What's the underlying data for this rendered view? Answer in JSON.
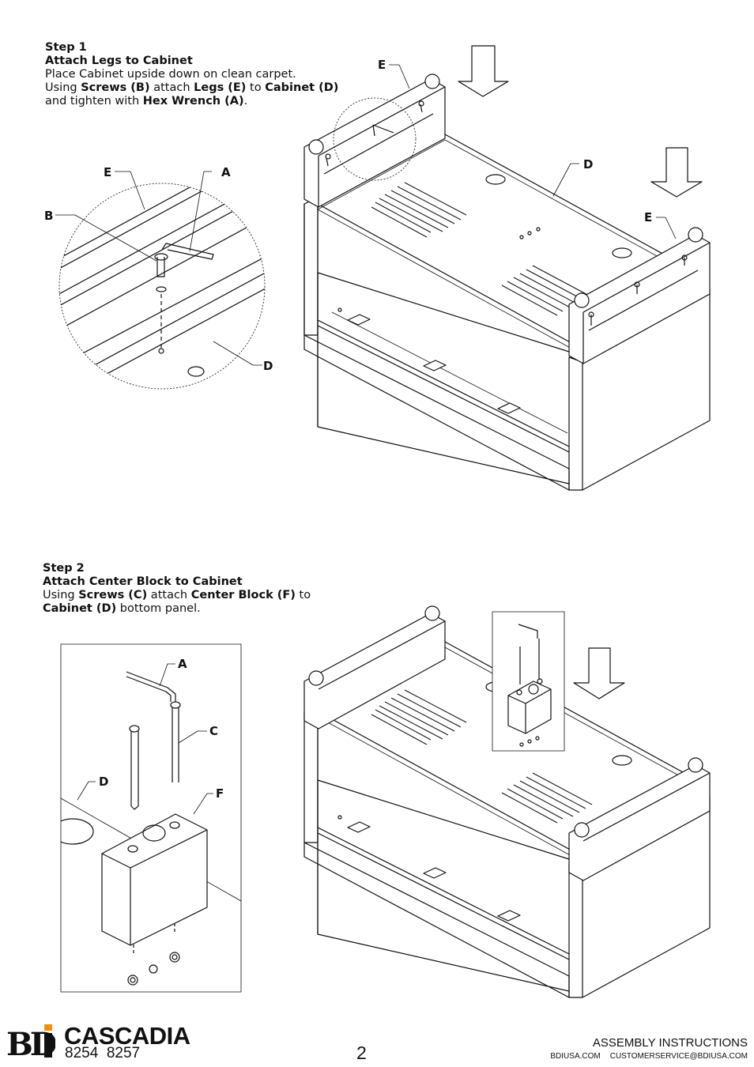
{
  "step1": {
    "number": "Step 1",
    "title": "Attach Legs to Cabinet",
    "line1": "Place Cabinet upside down on clean carpet.",
    "line2_a": "Using ",
    "line2_b": "Screws (B)",
    "line2_c": " attach ",
    "line2_d": "Legs (E)",
    "line2_e": " to ",
    "line2_f": "Cabinet (D)",
    "line3_a": "and tighten with ",
    "line3_b": "Hex Wrench (A)",
    "line3_c": "."
  },
  "step2": {
    "number": "Step 2",
    "title": "Attach Center Block to Cabinet",
    "line1_a": "Using ",
    "line1_b": "Screws (C)",
    "line1_c": " attach ",
    "line1_d": "Center Block (F)",
    "line1_e": " to",
    "line2_a": "Cabinet (D)",
    "line2_b": " bottom panel."
  },
  "labels": {
    "A": "A",
    "B": "B",
    "C": "C",
    "D": "D",
    "E": "E",
    "F": "F"
  },
  "footer": {
    "logo": "BDI",
    "product": "CASCADIA",
    "models": "8254  8257",
    "page": "2",
    "doc_type": "ASSEMBLY INSTRUCTIONS",
    "website": "BDIUSA.COM",
    "email": "CUSTOMERSERVICE@BDIUSA.COM"
  },
  "colors": {
    "ink": "#111111",
    "accent": "#f29100"
  }
}
